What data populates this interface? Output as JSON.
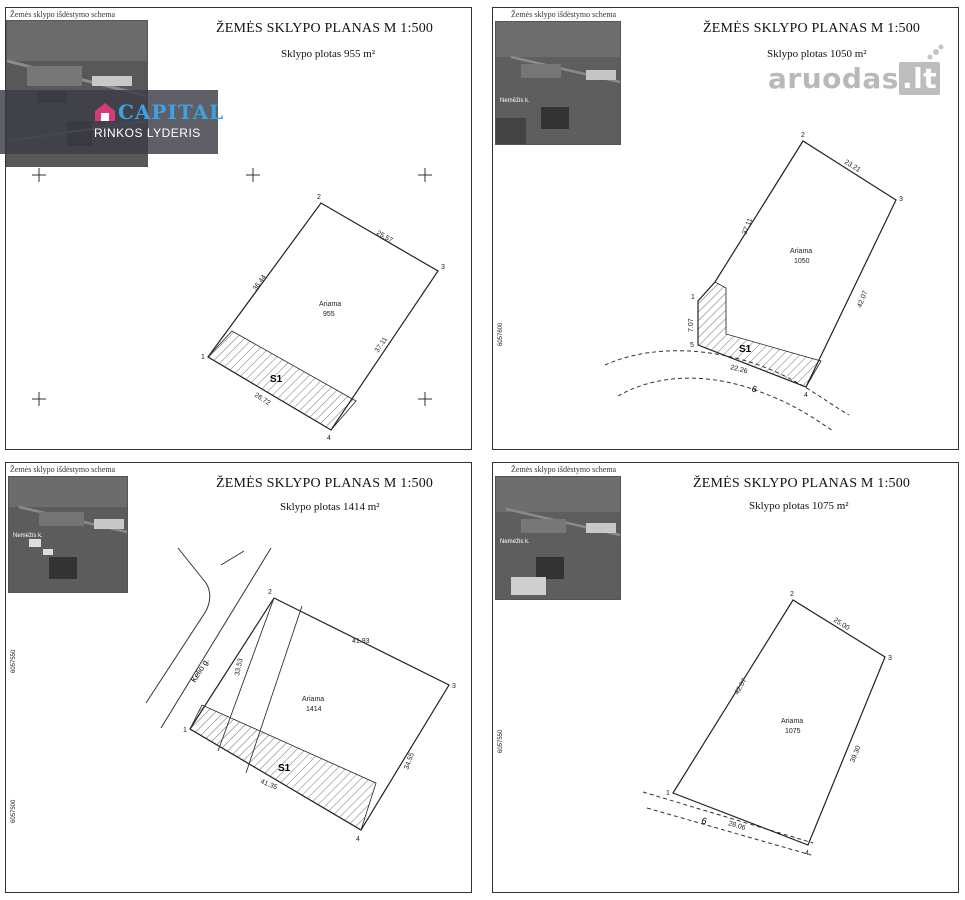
{
  "watermarks": {
    "capital_brand": "CAPITAL",
    "capital_tagline": "RINKOS LYDERIS",
    "aruodas_main": "aruodas",
    "aruodas_tld": ".lt"
  },
  "panels": [
    {
      "schema_label": "Žemės sklypo išdėstymo schema",
      "title": "ŽEMĖS SKLYPO PLANAS M 1:500",
      "area_text": "Sklypo plotas 955 m²",
      "land_use": "Ariama",
      "land_area": "955",
      "servitude": "S1",
      "vertices": [
        "1",
        "2",
        "3",
        "4"
      ],
      "dimensions": [
        "36.44",
        "25.57",
        "37.11",
        "26.72"
      ]
    },
    {
      "schema_label": "Žemės sklypo išdėstymo schema",
      "map_label": "Nemēžis k.",
      "title": "ŽEMĖS SKLYPO PLANAS M 1:500",
      "area_text": "Sklypo plotas 1050 m²",
      "land_use": "Ariama",
      "land_area": "1050",
      "servitude": "S1",
      "vertices": [
        "1",
        "2",
        "3",
        "4",
        "5"
      ],
      "dimensions": [
        "37.11",
        "23.21",
        "42.07",
        "22.26",
        "7.07"
      ],
      "road_label": "6",
      "coordinate": "6057600"
    },
    {
      "schema_label": "Žemės sklypo išdėstymo schema",
      "map_label": "Nemėžis k.",
      "title": "ŽEMĖS SKLYPO PLANAS M 1:500",
      "area_text": "Sklypo plotas 1414 m²",
      "land_use": "Ariama",
      "land_area": "1414",
      "servitude": "S1",
      "vertices": [
        "1",
        "2",
        "3",
        "4"
      ],
      "dimensions": [
        "33.53",
        "41.93",
        "34.55",
        "41.35"
      ],
      "street_label": "Kelio g.",
      "coordinate_top": "6057550",
      "coordinate_bottom": "6057500"
    },
    {
      "schema_label": "Žemės sklypo išdėstymo schema",
      "map_label": "Nemėžis k.",
      "title": "ŽEMĖS SKLYPO PLANAS M 1:500",
      "area_text": "Sklypo plotas 1075 m²",
      "land_use": "Ariama",
      "land_area": "1075",
      "vertices": [
        "1",
        "2",
        "3",
        "4"
      ],
      "dimensions": [
        "42.07",
        "25.00",
        "39.30",
        "28.06"
      ],
      "road_label": "6",
      "coordinate": "6057550"
    }
  ]
}
